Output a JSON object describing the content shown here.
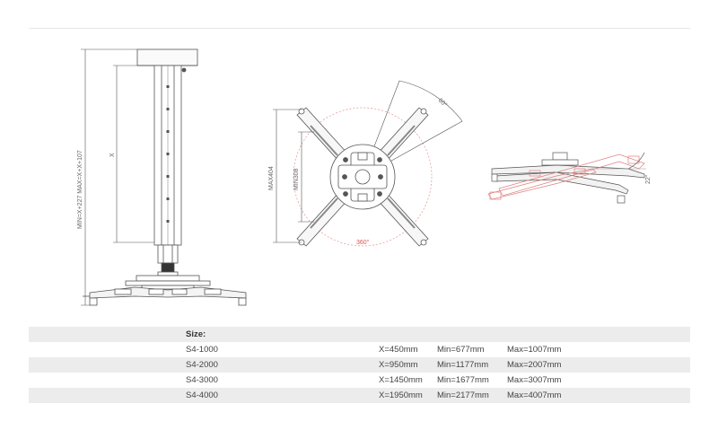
{
  "diagram": {
    "left_view": {
      "height_label": "MIN=X+227  MAX=X+X+107",
      "x_label": "X"
    },
    "middle_view": {
      "max_label": "MAX404",
      "min_label": "MIN308",
      "tilt_label": "60°",
      "rotation_label": "360°"
    },
    "right_view": {
      "angle_label": "22°"
    }
  },
  "table": {
    "header": "Size:",
    "rows": [
      {
        "model": "S4-1000",
        "x": "X=450mm",
        "min": "Min=677mm",
        "max": "Max=1007mm"
      },
      {
        "model": "S4-2000",
        "x": "X=950mm",
        "min": "Min=1177mm",
        "max": "Max=2007mm"
      },
      {
        "model": "S4-3000",
        "x": "X=1450mm",
        "min": "Min=1677mm",
        "max": "Max=3007mm"
      },
      {
        "model": "S4-4000",
        "x": "X=1950mm",
        "min": "Min=2177mm",
        "max": "Max=4007mm"
      }
    ]
  },
  "colors": {
    "line": "#555555",
    "accent": "#d9534f",
    "shade": "#ececec"
  }
}
